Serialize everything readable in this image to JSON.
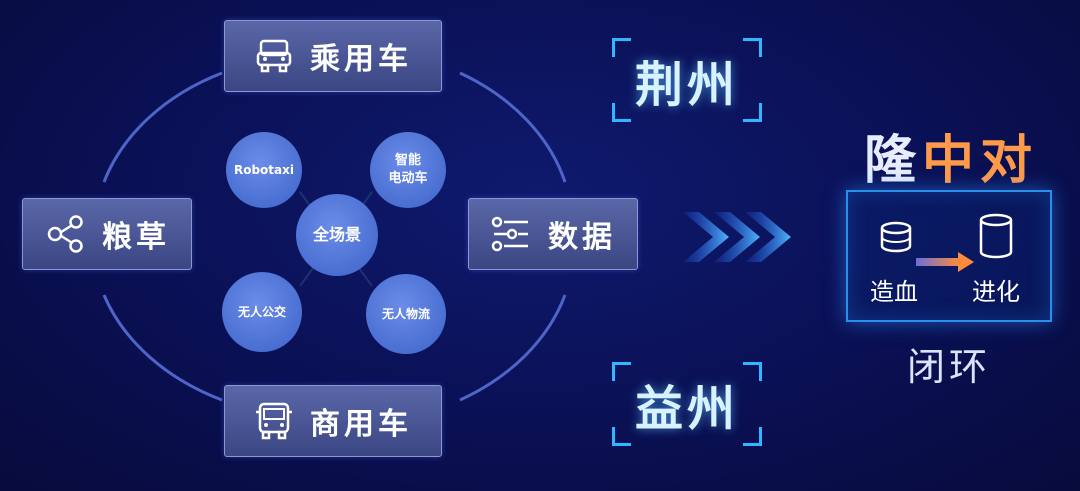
{
  "categories": {
    "top": {
      "label": "乘用车",
      "icon": "car-icon"
    },
    "left": {
      "label": "粮草",
      "icon": "share-icon"
    },
    "right": {
      "label": "数据",
      "icon": "list-icon"
    },
    "bottom": {
      "label": "商用车",
      "icon": "bus-icon"
    }
  },
  "scenario": {
    "center": "全场景",
    "items": [
      "Robotaxi",
      "智能\n电动车",
      "无人公交",
      "无人物流"
    ]
  },
  "cities": [
    "荆州",
    "益州"
  ],
  "title": {
    "part1": "隆",
    "part2": "中对"
  },
  "loop": {
    "left_label": "造血",
    "right_label": "进化",
    "bottom_label": "闭环"
  },
  "colors": {
    "accent_orange": "#ff9a4a",
    "glow_blue": "#2fb8ff",
    "box_fill": "#4a5594"
  }
}
